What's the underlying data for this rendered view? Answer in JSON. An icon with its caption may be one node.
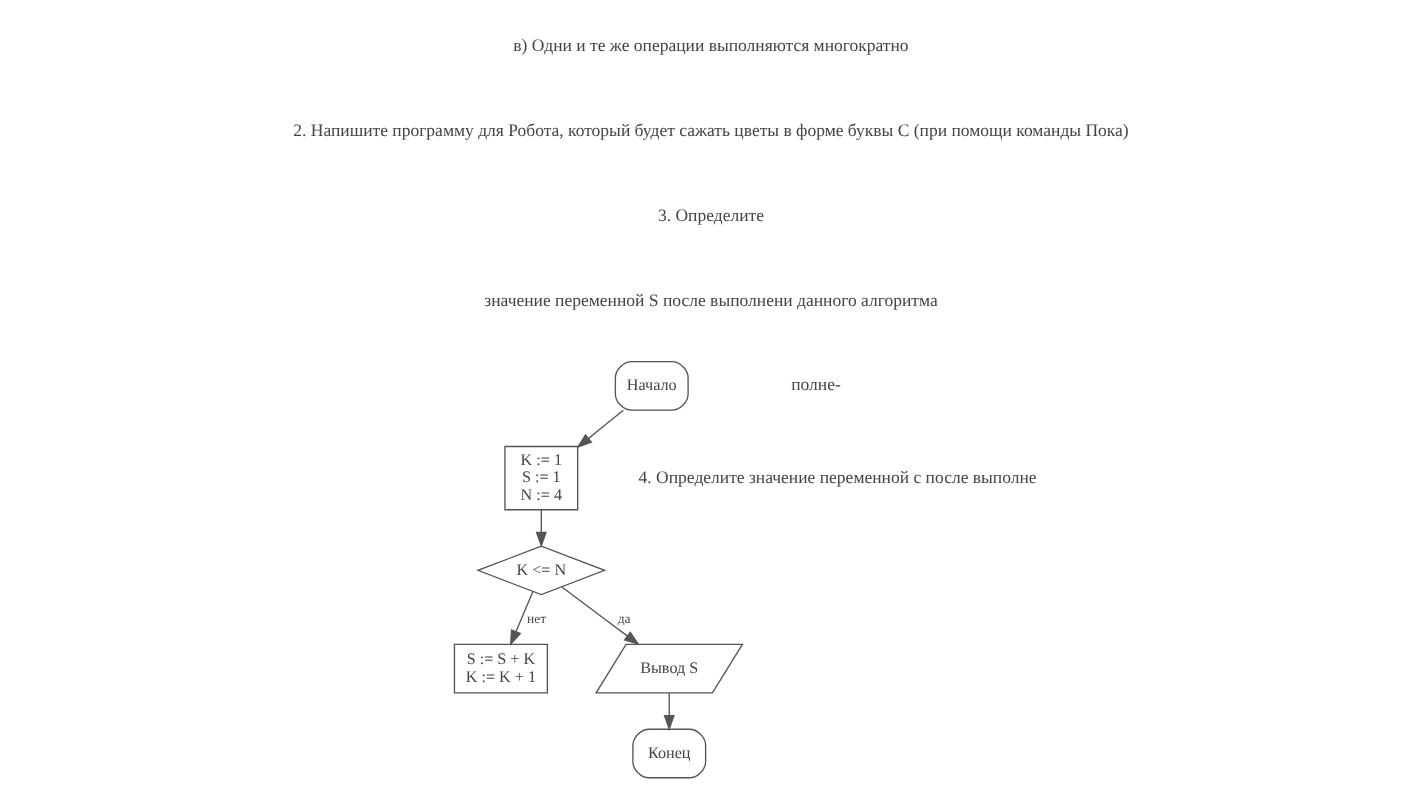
{
  "diagram": {
    "nodes": [
      {
        "text": [
          "Начало"
        ]
      },
      {
        "text": [
          "K := 1",
          "S := 1",
          "N := 4"
        ]
      },
      {
        "text": [
          "K <= N"
        ]
      },
      {
        "text": [
          "S := S + K",
          "K := K + 1"
        ]
      },
      {
        "text": [
          "Вывод S"
        ]
      },
      {
        "text": [
          "Конец"
        ]
      }
    ],
    "edges": [
      {
        "from": 0,
        "to": 1,
        "arrow": "to"
      },
      {
        "from": 1,
        "to": 2,
        "arrow": "to"
      },
      {
        "from": 2,
        "to": 3,
        "arrow": "to",
        "label": "нет"
      },
      {
        "from": 2,
        "to": 4,
        "arrow": "to",
        "label": "да"
      },
      {
        "from": 4,
        "to": 5,
        "arrow": "to"
      }
    ],
    "labels": [
      "в) Одни и те же операции выполняются многократно",
      "2. Напишите программу для Робота, который будет сажать цветы в форме буквы С (при помощи команды Пока)",
      "3. Определите",
      "значение переменной S после выполнени данного алгоритма",
      "полне-",
      "4. Определите значение переменной с после выполне"
    ]
  }
}
